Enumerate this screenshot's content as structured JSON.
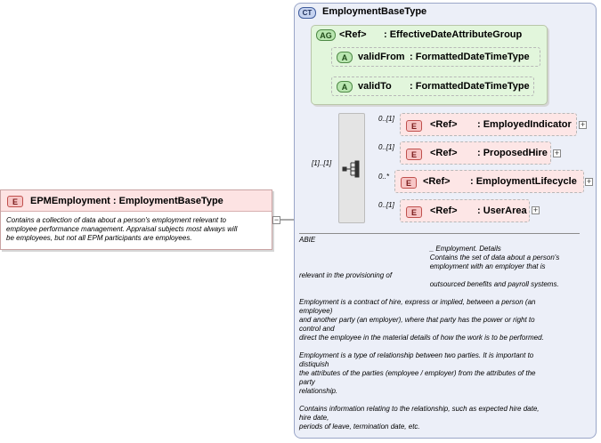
{
  "root_element": {
    "badge": "E",
    "title": "EPMEmployment : EmploymentBaseType",
    "description_lines": [
      "Contains a collection of data about a person's employment relevant to",
      "employee performance management. Appraisal subjects most always will",
      "be employees, but not all EPM participants are employees."
    ],
    "collapse_symbol": "−"
  },
  "complex_type": {
    "badge": "CT",
    "title": "EmploymentBaseType",
    "attribute_group": {
      "badge": "AG",
      "ref": "<Ref>",
      "type": ": EffectiveDateAttributeGroup",
      "attributes": [
        {
          "badge": "A",
          "name": "validFrom",
          "type": ": FormattedDateTimeType"
        },
        {
          "badge": "A",
          "name": "validTo",
          "type": ": FormattedDateTimeType"
        }
      ]
    },
    "sequence": {
      "multiplicity": "[1]..[1]",
      "children": [
        {
          "badge": "E",
          "ref": "<Ref>",
          "name": ": EmployedIndicator",
          "multiplicity": "0..[1]"
        },
        {
          "badge": "E",
          "ref": "<Ref>",
          "name": ": ProposedHire",
          "multiplicity": "0..[1]"
        },
        {
          "badge": "E",
          "ref": "<Ref>",
          "name": ": EmploymentLifecycle",
          "multiplicity": "0..*"
        },
        {
          "badge": "E",
          "ref": "<Ref>",
          "name": ": UserArea",
          "multiplicity": "0..[1]"
        }
      ],
      "expand_symbol": "+"
    },
    "documentation": [
      "ABIE",
      "                                                                  _ Employment. Details",
      "                                                                  Contains the set of data about a person's",
      "                                                                  employment with an employer that is",
      "relevant in the provisioning of",
      "                                                                  outsourced benefits and payroll systems.",
      "",
      "Employment is a contract of hire, express or implied, between a person (an",
      "employee)",
      "and another party (an employer), where that party has the power or right to",
      "control and",
      "direct the employee in the material details of how the work is to be performed.",
      "",
      "Employment is a type of relationship between two parties. It is important to",
      "distiquish",
      "the attributes of the parties (employee / employer) from the attributes of the",
      "party",
      "relationship.",
      "",
      "Contains information relating to the relationship, such as expected hire date,",
      "hire date,",
      "periods of leave, termination date, etc."
    ]
  }
}
